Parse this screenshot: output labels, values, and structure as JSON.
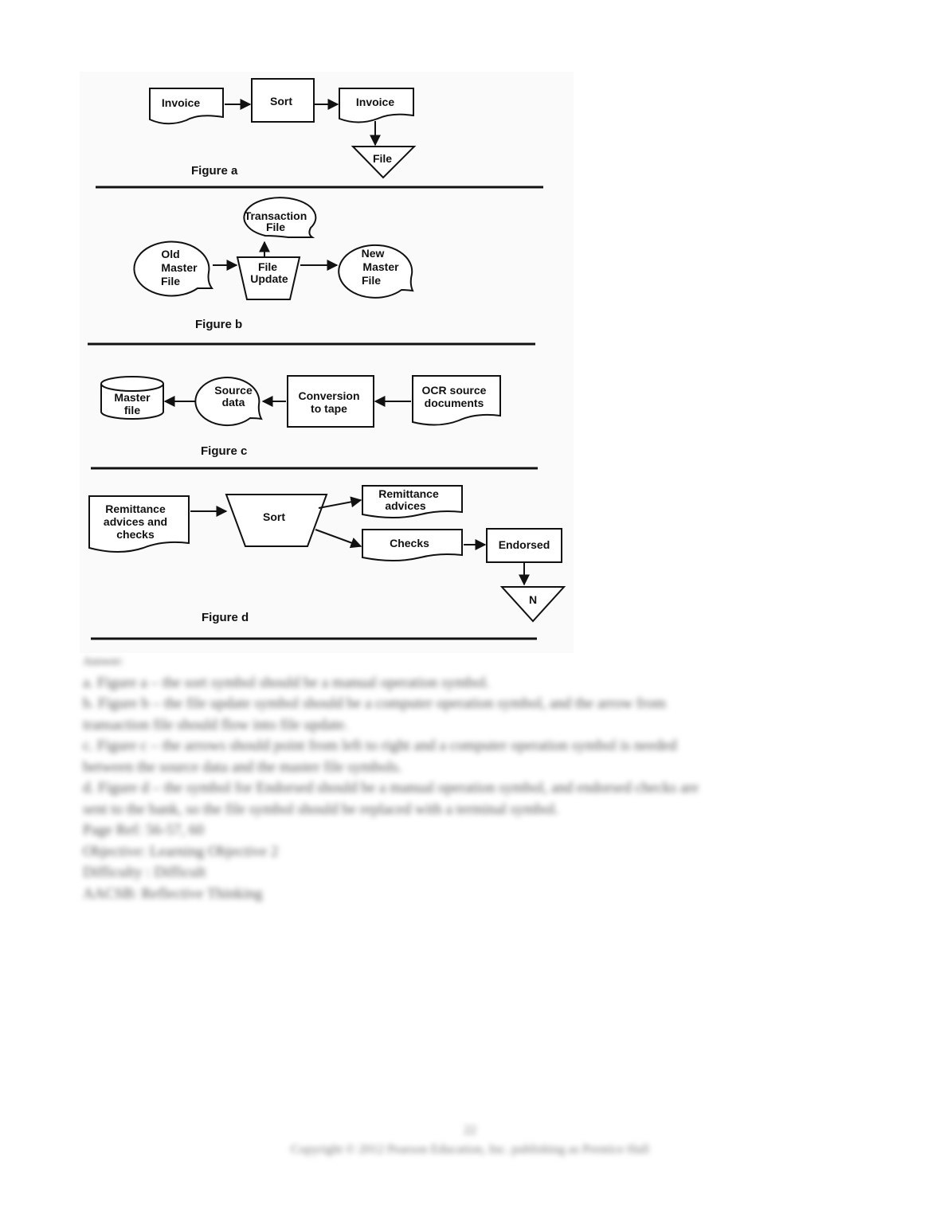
{
  "figure_a": {
    "caption": "Figure a",
    "invoice_in": "Invoice",
    "sort": "Sort",
    "invoice_out": "Invoice",
    "file": "File"
  },
  "figure_b": {
    "caption": "Figure b",
    "transaction_file": [
      "Transaction",
      "File"
    ],
    "old_master": [
      "Old",
      "Master",
      "File"
    ],
    "file_update": [
      "File",
      "Update"
    ],
    "new_master": [
      "New",
      "Master",
      "File"
    ]
  },
  "figure_c": {
    "caption": "Figure c",
    "master_file": [
      "Master",
      "file"
    ],
    "source_data": [
      "Source",
      "data"
    ],
    "conversion": [
      "Conversion",
      "to tape"
    ],
    "ocr_docs": [
      "OCR source",
      "documents"
    ]
  },
  "figure_d": {
    "caption": "Figure d",
    "remittance_checks": [
      "Remittance",
      "advices and",
      "checks"
    ],
    "sort": "Sort",
    "remittance_advices": [
      "Remittance",
      "advices"
    ],
    "checks": "Checks",
    "endorsed": "Endorsed",
    "n": "N"
  },
  "answer": {
    "heading": "Answer:",
    "lines": [
      "a. Figure a – the sort symbol should be a manual operation symbol.",
      "b. Figure b – the file update symbol should be a computer operation symbol, and the arrow from",
      "transaction file should flow into file update.",
      "c. Figure c – the arrows should point from left to right and a computer operation symbol is needed",
      "between the source data and the master file symbols.",
      "d. Figure d – the symbol for Endorsed should be a manual operation symbol, and endorsed checks are",
      "sent to the bank, so the file symbol should be replaced with a terminal symbol."
    ],
    "page_ref": "Page Ref: 56-57, 60",
    "objective": "Objective:  Learning Objective 2",
    "difficulty": "Difficulty :  Difficult",
    "aacsb": "AACSB:  Reflective Thinking"
  },
  "footer": {
    "page_number": "22",
    "copyright": "Copyright © 2012 Pearson Education, Inc. publishing as Prentice Hall"
  }
}
